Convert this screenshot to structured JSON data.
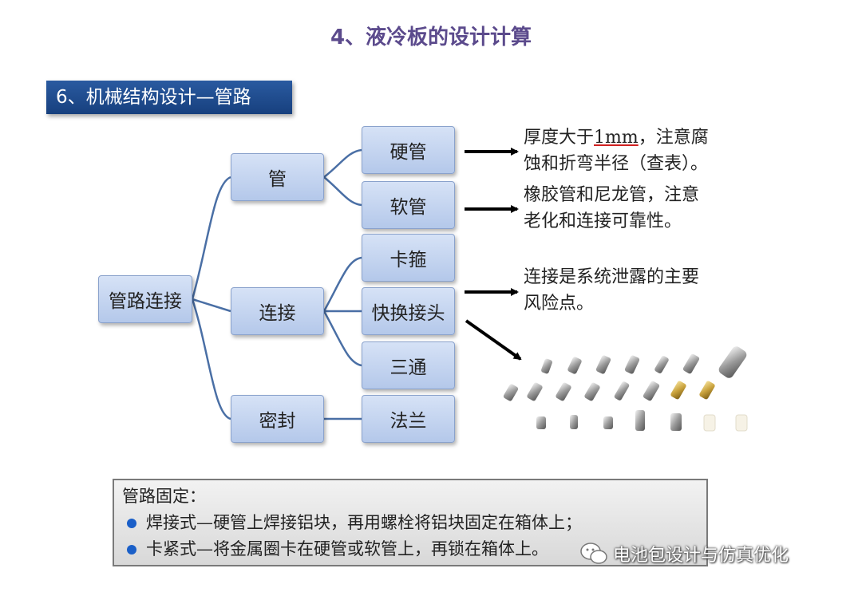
{
  "slide_title": "4、液冷板的设计计算",
  "section_title": "6、机械结构设计—管路",
  "tree": {
    "root": "管路连接",
    "level1": {
      "pipe": "管",
      "connect": "连接",
      "seal": "密封"
    },
    "level2": {
      "hard_pipe": "硬管",
      "soft_pipe": "软管",
      "clamp": "卡箍",
      "quick_connector": "快换接头",
      "tee": "三通",
      "flange": "法兰"
    }
  },
  "notes": {
    "hard_pipe": {
      "line1_pre": "厚度大于",
      "line1_u": "1mm",
      "line1_post": "，注意腐",
      "line2": "蚀和折弯半径（查表）。"
    },
    "soft_pipe": {
      "line1": "橡胶管和尼龙管，注意",
      "line2": "老化和连接可靠性。"
    },
    "quick_connector": {
      "line1": "连接是系统泄露的主要",
      "line2": "风险点。"
    }
  },
  "bottom_box": {
    "title": "管路固定：",
    "items": [
      "焊接式—硬管上焊接铝块，再用螺栓将铝块固定在箱体上；",
      "卡紧式—将金属圈卡在硬管或软管上，再锁在箱体上。"
    ]
  },
  "watermark": "电池包设计与仿真优化",
  "colors": {
    "title": "#5b4a8c",
    "banner": "#1f4d92",
    "node": "#c6d6f0",
    "bullet": "#1a5fc8"
  }
}
